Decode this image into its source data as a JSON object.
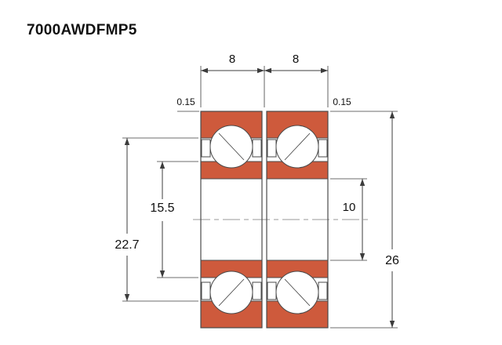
{
  "title": "7000AWDFMP5",
  "colors": {
    "accent_fill": "#ce5a3c",
    "line": "#3c3c3c",
    "background": "#ffffff"
  },
  "dimensions": {
    "row_width_left": "8",
    "row_width_right": "8",
    "face_offset_left": "0.15",
    "face_offset_right": "0.15",
    "shoulder_diameter": "15.5",
    "land_diameter": "22.7",
    "bore_diameter": "10",
    "outer_diameter": "26"
  }
}
